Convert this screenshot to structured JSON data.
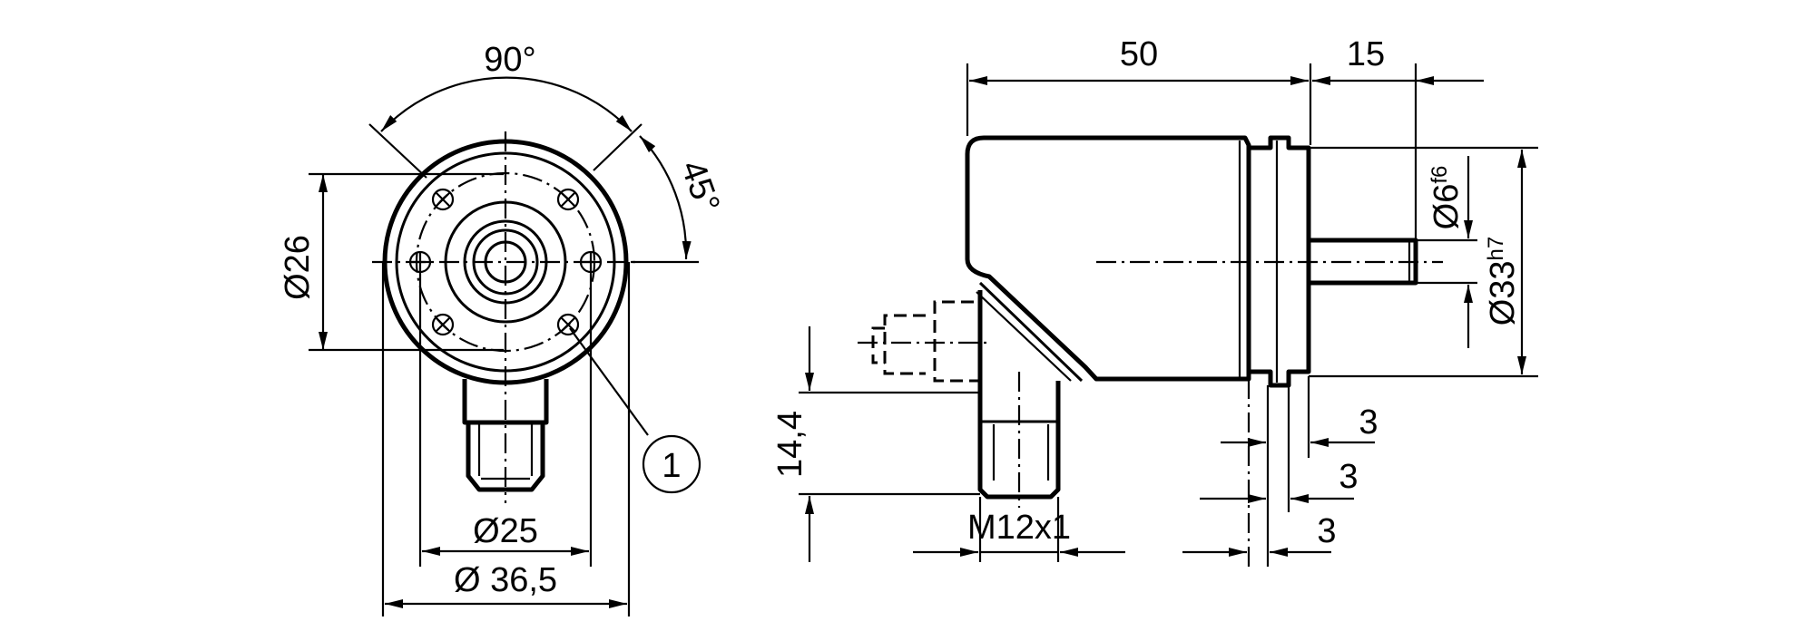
{
  "drawing": {
    "front_view": {
      "angle_main": "90°",
      "angle_offset": "45°",
      "bolt_circle_dia": "Ø26",
      "flange_dia": "Ø25",
      "housing_dia": "Ø 36,5",
      "callout": "1"
    },
    "side_view": {
      "body_length": "50",
      "shaft_length": "15",
      "shaft_dia": "Ø6",
      "shaft_tol": "f6",
      "spigot_dia": "Ø33",
      "spigot_tol": "h7",
      "connector_height": "14,4",
      "connector_thread": "M12x1",
      "gap_1": "3",
      "gap_2": "3",
      "gap_3": "3"
    }
  },
  "colors": {
    "line": "#000000",
    "background": "#ffffff"
  }
}
